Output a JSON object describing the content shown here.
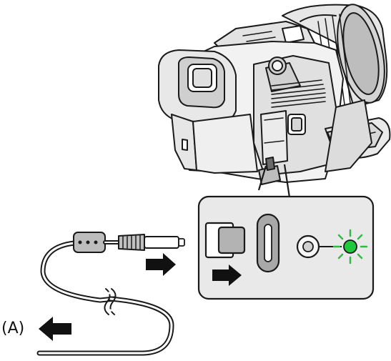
{
  "labels": {
    "cable_end": "(A)"
  },
  "colors": {
    "line": "#1a1a1a",
    "body_light": "#ffffff",
    "body_mid": "#d9d9d9",
    "body_dark": "#b5b5b5",
    "connector_gray": "#b0b0b0",
    "port_gray": "#9a9a9a",
    "led_green": "#1fc93c",
    "led_rays": "#33b84a",
    "arrow": "#111111"
  },
  "icons": [
    "camcorder-illustration",
    "usb-cable",
    "insert-arrow",
    "direction-arrow",
    "charge-led-lit"
  ]
}
